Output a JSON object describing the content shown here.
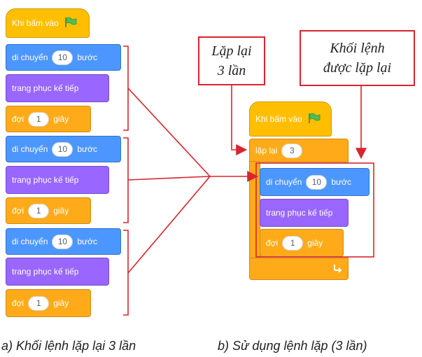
{
  "script_a": {
    "hat_label": "Khi bấm vào",
    "groups": [
      {
        "move_label": "di chuyển",
        "move_value": "10",
        "move_unit": "bước",
        "costume_label": "trang phục kế tiếp",
        "wait_label": "đợi",
        "wait_value": "1",
        "wait_unit": "giây"
      },
      {
        "move_label": "di chuyển",
        "move_value": "10",
        "move_unit": "bước",
        "costume_label": "trang phục kế tiếp",
        "wait_label": "đợi",
        "wait_value": "1",
        "wait_unit": "giây"
      },
      {
        "move_label": "di chuyển",
        "move_value": "10",
        "move_unit": "bước",
        "costume_label": "trang phục kế tiếp",
        "wait_label": "đợi",
        "wait_value": "1",
        "wait_unit": "giây"
      }
    ]
  },
  "script_b": {
    "hat_label": "Khi bấm vào",
    "repeat_label": "lặp lại",
    "repeat_value": "3",
    "move_label": "di chuyển",
    "move_value": "10",
    "move_unit": "bước",
    "costume_label": "trang phục kế tiếp",
    "wait_label": "đợi",
    "wait_value": "1",
    "wait_unit": "giây"
  },
  "callouts": {
    "repeat_line1": "Lặp lại",
    "repeat_line2": "3 lần",
    "body_line1": "Khối lệnh",
    "body_line2": "được lặp lại"
  },
  "captions": {
    "a": "a) Khối lệnh lặp lại 3 lần",
    "b": "b) Sử dụng lệnh lặp (3 lần)"
  },
  "colors": {
    "events": "#ffbf00",
    "motion": "#4c97ff",
    "looks": "#9966ff",
    "control": "#ffab19",
    "callout_border": "#d9252e"
  },
  "icons": [
    "green-flag-icon",
    "loop-arrow-icon"
  ]
}
